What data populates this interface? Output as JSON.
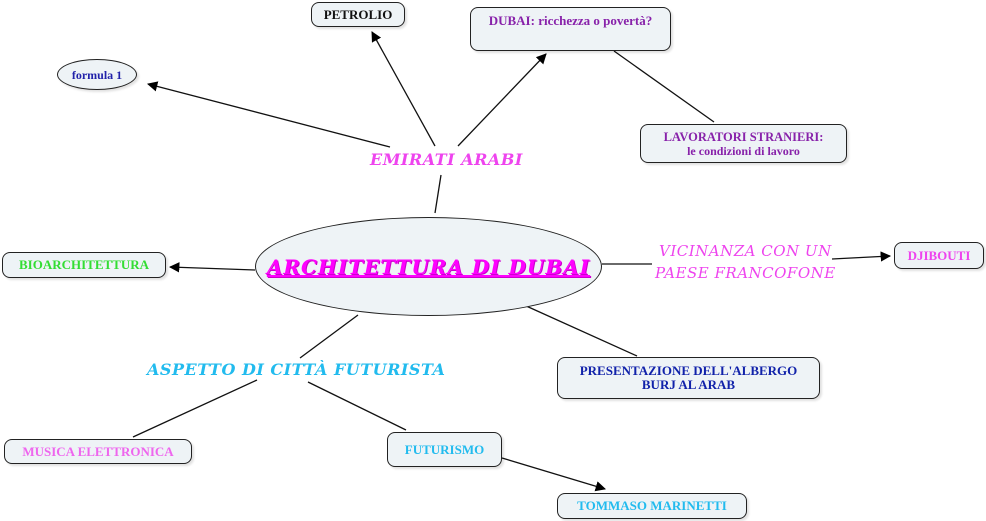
{
  "diagram": {
    "type": "concept-map",
    "central": {
      "text": "ARCHITETTURA DI DUBAI",
      "color": "#ff00ff"
    },
    "linking_phrases": [
      {
        "id": "emirati",
        "text": "EMIRATI ARABI",
        "color": "#ee44ee"
      },
      {
        "id": "vicinanza_1",
        "text": "VICINANZA CON UN",
        "color": "#ee44ee"
      },
      {
        "id": "vicinanza_2",
        "text": "PAESE FRANCOFONE",
        "color": "#ee44ee"
      },
      {
        "id": "aspetto",
        "text": "ASPETTO DI CITTÀ FUTURISTA",
        "color": "#22bbee"
      }
    ],
    "nodes": {
      "petrolio": {
        "text": "PETROLIO",
        "color": "#111111"
      },
      "dubai": {
        "text": "DUBAI: ricchezza o povertà?",
        "color": "#8822aa"
      },
      "formula": {
        "text": "formula 1",
        "color": "#2222aa"
      },
      "lavoratori_1": {
        "text": "LAVORATORI STRANIERI:",
        "color": "#8822aa"
      },
      "lavoratori_2": {
        "text": "le condizioni di lavoro",
        "color": "#8822aa"
      },
      "bioarchitettura": {
        "text": "BIOARCHITETTURA",
        "color": "#33dd33"
      },
      "djibouti": {
        "text": "DJIBOUTI",
        "color": "#ee44ee"
      },
      "presentazione_1": {
        "text": "PRESENTAZIONE DELL'ALBERGO",
        "color": "#1122aa"
      },
      "presentazione_2": {
        "text": "BURJ AL ARAB",
        "color": "#1122aa"
      },
      "musica": {
        "text": "MUSICA ELETTRONICA",
        "color": "#ee66ee"
      },
      "futurismo": {
        "text": "FUTURISMO",
        "color": "#22bbee"
      },
      "marinetti": {
        "text": "TOMMASO MARINETTI",
        "color": "#22bbee"
      }
    },
    "connections": [
      {
        "from": "ARCHITETTURA DI DUBAI",
        "via": "EMIRATI ARABI",
        "to": [
          "PETROLIO",
          "DUBAI: ricchezza o povertà?",
          "formula 1"
        ]
      },
      {
        "from": "DUBAI: ricchezza o povertà?",
        "to": [
          "LAVORATORI STRANIERI: le condizioni di lavoro"
        ]
      },
      {
        "from": "ARCHITETTURA DI DUBAI",
        "to": [
          "BIOARCHITETTURA"
        ]
      },
      {
        "from": "ARCHITETTURA DI DUBAI",
        "via": "VICINANZA CON UN PAESE FRANCOFONE",
        "to": [
          "DJIBOUTI"
        ]
      },
      {
        "from": "ARCHITETTURA DI DUBAI",
        "to": [
          "PRESENTAZIONE DELL'ALBERGO BURJ AL ARAB"
        ]
      },
      {
        "from": "ARCHITETTURA DI DUBAI",
        "via": "ASPETTO DI CITTÀ FUTURISTA",
        "to": [
          "MUSICA ELETTRONICA",
          "FUTURISMO"
        ]
      },
      {
        "from": "FUTURISMO",
        "to": [
          "TOMMASO MARINETTI"
        ]
      }
    ]
  }
}
